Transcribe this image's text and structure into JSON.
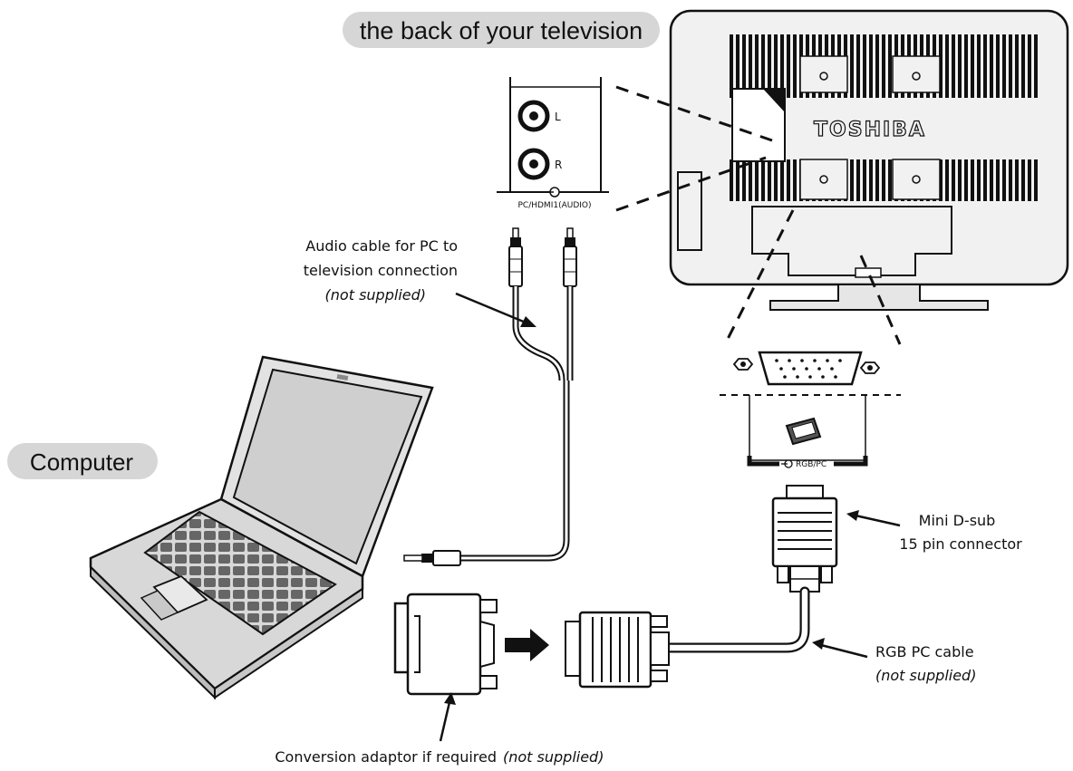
{
  "title_pill": "the back of your television",
  "computer_pill": "Computer",
  "brand": "TOSHIBA",
  "panel": {
    "port_l": "L",
    "port_r": "R",
    "port_label": "PC/HDMI1(AUDIO)",
    "rgb_label": "RGB/PC"
  },
  "labels": {
    "audio_line1": "Audio cable for PC to",
    "audio_line2": "television connection",
    "audio_note": "(not supplied)",
    "dsub_line1": "Mini D-sub",
    "dsub_line2": "15 pin connector",
    "rgb_line1": "RGB PC cable",
    "rgb_note": "(not supplied)",
    "adaptor_text": "Conversion adaptor if required",
    "adaptor_note": "(not supplied)"
  },
  "colors": {
    "pill_bg": "#d6d6d6",
    "line": "#111111",
    "device_fill": "#f1f1f1",
    "laptop_fill": "#dcdcdc"
  }
}
